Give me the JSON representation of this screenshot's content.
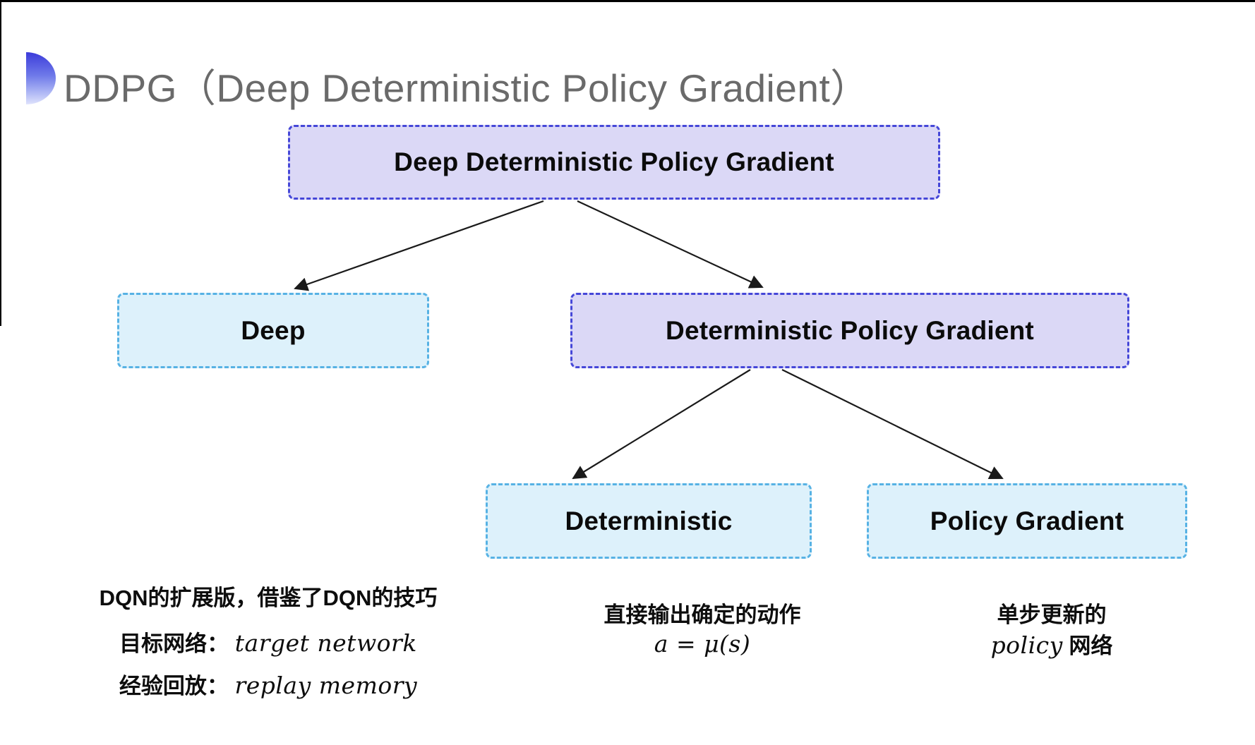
{
  "header": {
    "title": "DDPG（Deep Deterministic Policy Gradient）"
  },
  "diagram": {
    "type": "tree",
    "nodes": {
      "root": {
        "label": "Deep Deterministic Policy Gradient",
        "style": "purple"
      },
      "deep": {
        "label": "Deep",
        "style": "cyan"
      },
      "dpg": {
        "label": "Deterministic Policy Gradient",
        "style": "purple"
      },
      "deterministic": {
        "label": "Deterministic",
        "style": "cyan"
      },
      "policy_gradient": {
        "label": "Policy Gradient",
        "style": "cyan"
      }
    },
    "edges": [
      {
        "from": "root",
        "to": "deep"
      },
      {
        "from": "root",
        "to": "dpg"
      },
      {
        "from": "dpg",
        "to": "deterministic"
      },
      {
        "from": "dpg",
        "to": "policy_gradient"
      }
    ]
  },
  "annotations": {
    "deep": {
      "line1": "DQN的扩展版，借鉴了DQN的技巧",
      "line2_label": "目标网络：",
      "line2_term": "target network",
      "line3_label": "经验回放：",
      "line3_term": "replay memory"
    },
    "deterministic": {
      "line1": "直接输出确定的动作",
      "formula": "a = μ(s)"
    },
    "policy_gradient": {
      "line1": "单步更新的",
      "term": "policy",
      "suffix": " 网络"
    }
  },
  "colors": {
    "title_text": "#6a6a6a",
    "node_purple_fill": "#dbd8f6",
    "node_purple_border": "#4547d8",
    "node_cyan_fill": "#ddf1fb",
    "node_cyan_border": "#57b2e4",
    "arrow": "#1a1a1a",
    "accent_top": "#3c3cda",
    "accent_bottom": "#dfe3fc"
  }
}
